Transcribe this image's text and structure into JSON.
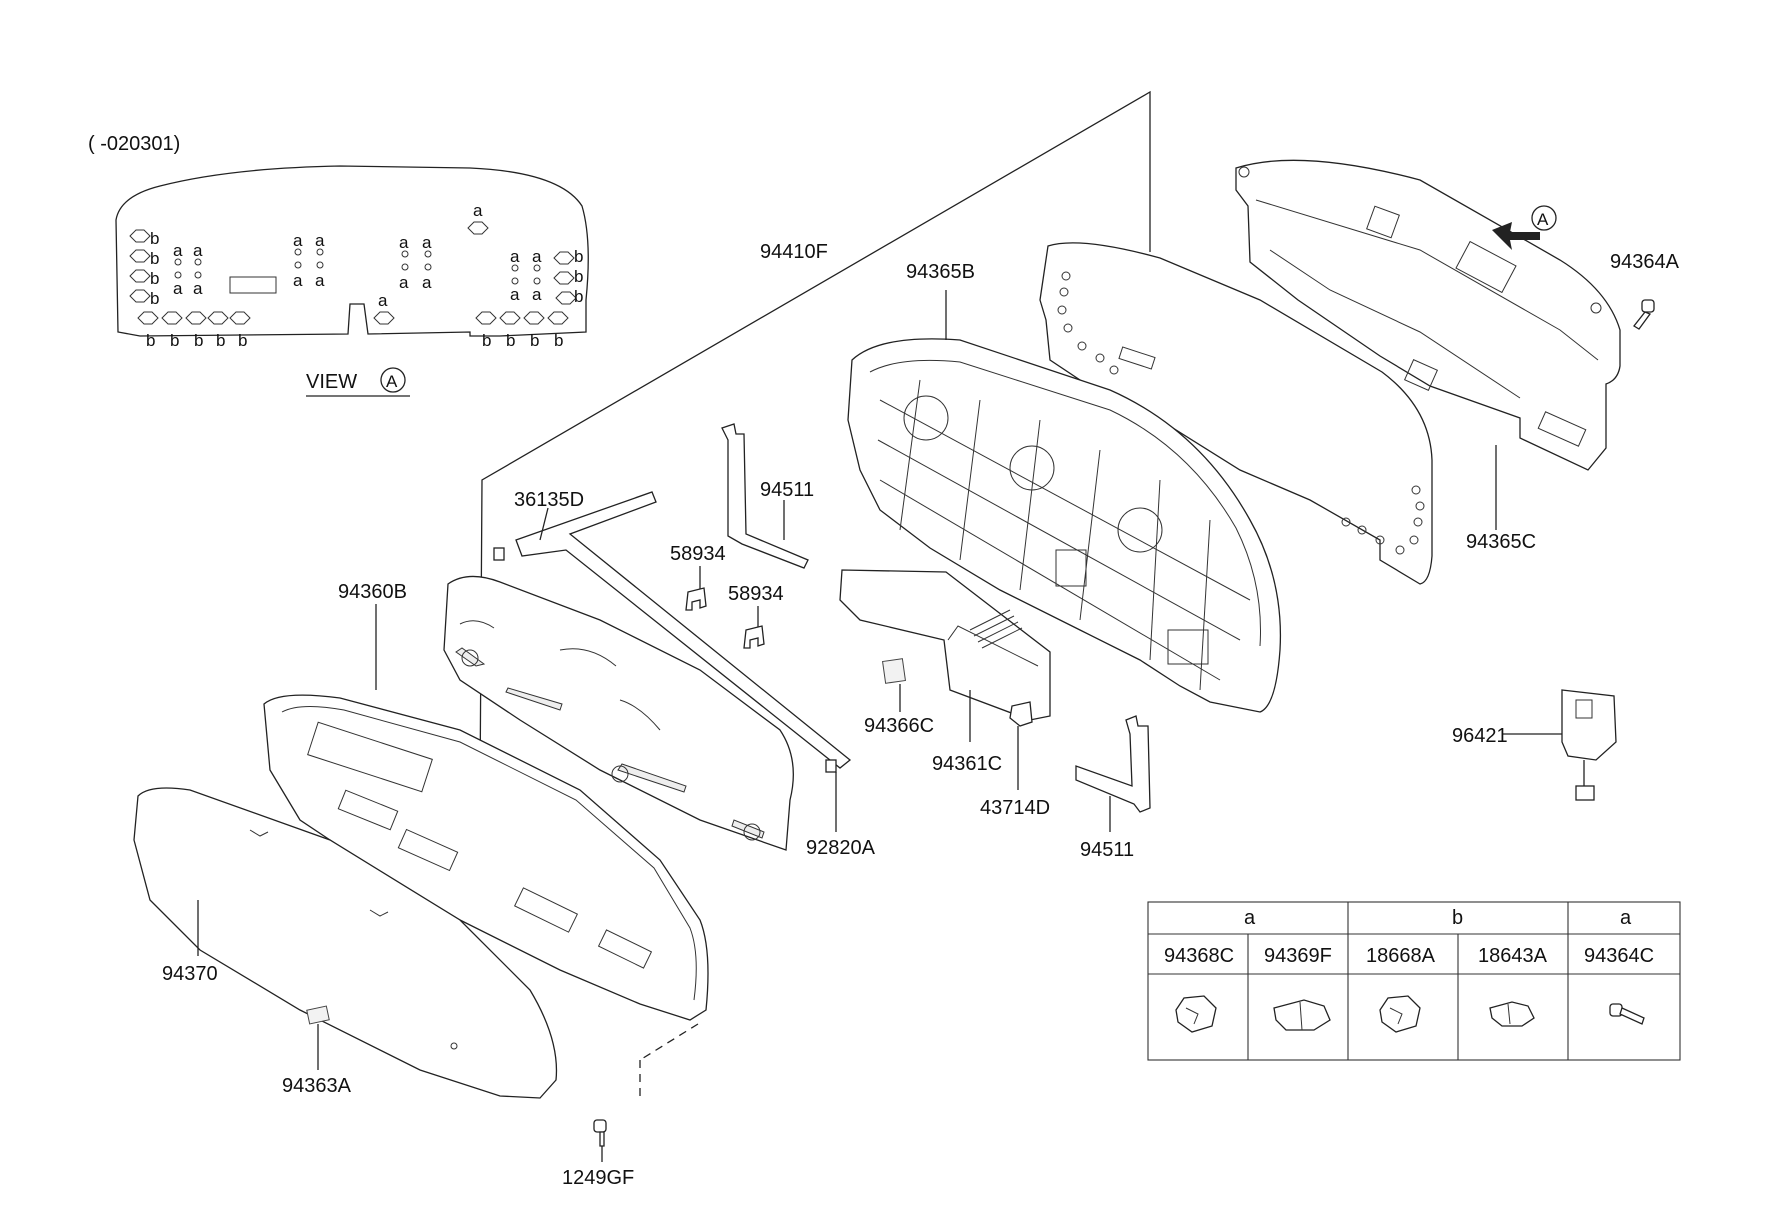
{
  "variant": "( -020301)",
  "view_label": "VIEW",
  "view_marker": "A",
  "view_a": {
    "letters_left_b": [
      "b",
      "b",
      "b",
      "b"
    ],
    "letters_left_a": [
      "a",
      "a",
      "a",
      "a"
    ],
    "letters_bottom": [
      "b",
      "b",
      "b",
      "b",
      "b"
    ],
    "letters_bottom_right": [
      "b",
      "b",
      "b",
      "b"
    ],
    "letters_right_b": [
      "b",
      "b",
      "b"
    ],
    "letters_mid": [
      "a",
      "a",
      "a",
      "a",
      "a",
      "a",
      "a",
      "a",
      "a"
    ]
  },
  "parts": {
    "p94410F": "94410F",
    "p94365B": "94365B",
    "p94364A": "94364A",
    "p94365C": "94365C",
    "p36135D": "36135D",
    "p94511a": "94511",
    "p58934a": "58934",
    "p58934b": "58934",
    "p94360B": "94360B",
    "p94366C": "94366C",
    "p94361C": "94361C",
    "p43714D": "43714D",
    "p94511b": "94511",
    "p92820A": "92820A",
    "p96421": "96421",
    "p94370": "94370",
    "p94363A": "94363A",
    "p1249GF": "1249GF"
  },
  "table": {
    "groups": [
      "a",
      "b",
      "a"
    ],
    "items": [
      "94368C",
      "94369F",
      "18668A",
      "18643A",
      "94364C"
    ]
  }
}
